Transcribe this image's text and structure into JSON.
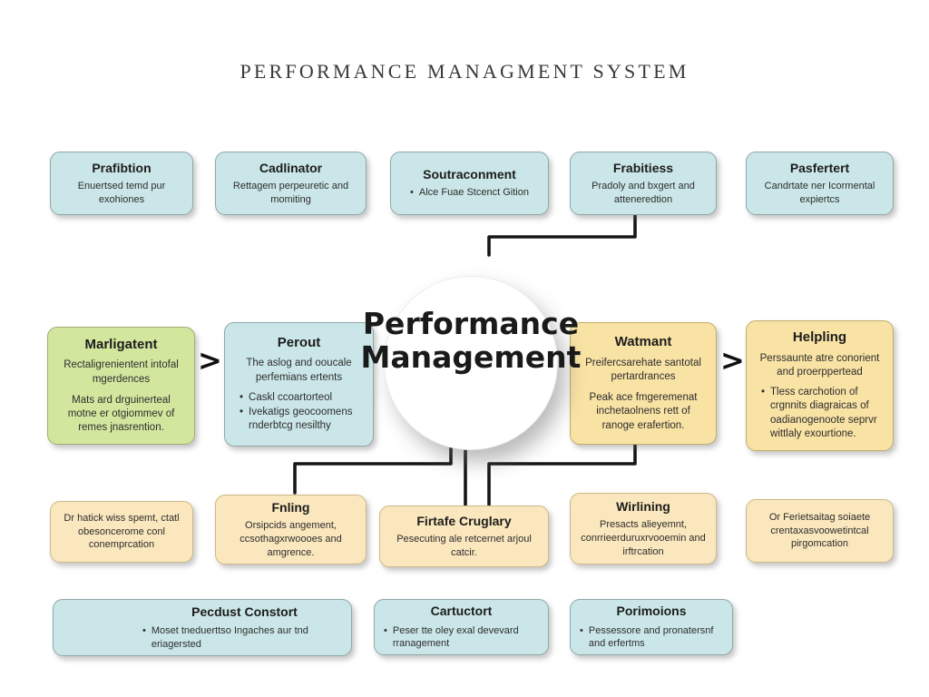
{
  "glyphs": {
    "bullet": "•",
    "arrow": ">"
  },
  "header": {
    "title": "PERFORMANCE MANAGMENT SYSTEM"
  },
  "center_circle": {
    "line1": "Performance",
    "line2": "Management"
  },
  "top_row": [
    {
      "title": "Prafibtion",
      "body": "Enuertsed temd pur exohiones"
    },
    {
      "title": "Cadlinator",
      "body": "Rettagem perpeuretic and momiting"
    },
    {
      "title": "Soutraconment",
      "body": "Alce Fuae Stcenct Gition"
    },
    {
      "title": "Frabitiess",
      "body": "Pradoly and bxgert and atteneredtion"
    },
    {
      "title": "Pasfertert",
      "body": "Candrtate ner Icormental expiertcs"
    }
  ],
  "middle_row": {
    "management": {
      "title": "Marligatent",
      "para1": "Rectaligrenientent intofal mgerdences",
      "para2": "Mats ard drguinerteal motne er otgiommev of remes jnasrention."
    },
    "perout": {
      "title": "Perout",
      "para": "The aslog and ooucale perfemians ertents",
      "bullets": [
        "Caskl ccoartorteol",
        "Ivekatigs geocoomens rnderbtcg nesilthy"
      ]
    },
    "watmant": {
      "title": "Watmant",
      "para1": "Preifercsarehate santotal pertardrances",
      "para2": "Peak ace fmgeremenat inchetaolnens rett of ranoge erafertion."
    },
    "helpling": {
      "title": "Helpling",
      "para": "Perssaunte atre conorient and proerppertead",
      "bullet": "Tless carchotion of crgnnits diagraicas of oadianogenoote seprvr wittlaly exourtione."
    }
  },
  "third_row": [
    {
      "title": "",
      "body": "Dr hatick wiss spemt, ctatl obesoncerome conl conemprcation"
    },
    {
      "title": "Fnling",
      "body": "Orsipcids angement, ccsothagxrwoooes and amgrence."
    },
    {
      "title": "Firtafe Cruglary",
      "body": "Pesecuting ale retcernet arjoul catcir."
    },
    {
      "title": "Wirlining",
      "body": "Presacts alieyemnt, conrrieerduruxrvooemin and irftrcation"
    },
    {
      "title": "",
      "body": "Or Ferietsaitag soiaete crentaxasvoowetintcal pirgomcation"
    }
  ],
  "bottom_row": [
    {
      "title": "Pecdust Constort",
      "bullet": "Moset tneduerttso Ingaches aur tnd eriagersted"
    },
    {
      "title": "Cartuctort",
      "bullet": "Peser tte oley exal devevard rranagement"
    },
    {
      "title": "Porimoions",
      "bullet": "Pessessore and pronatersnf and erfertms"
    }
  ]
}
